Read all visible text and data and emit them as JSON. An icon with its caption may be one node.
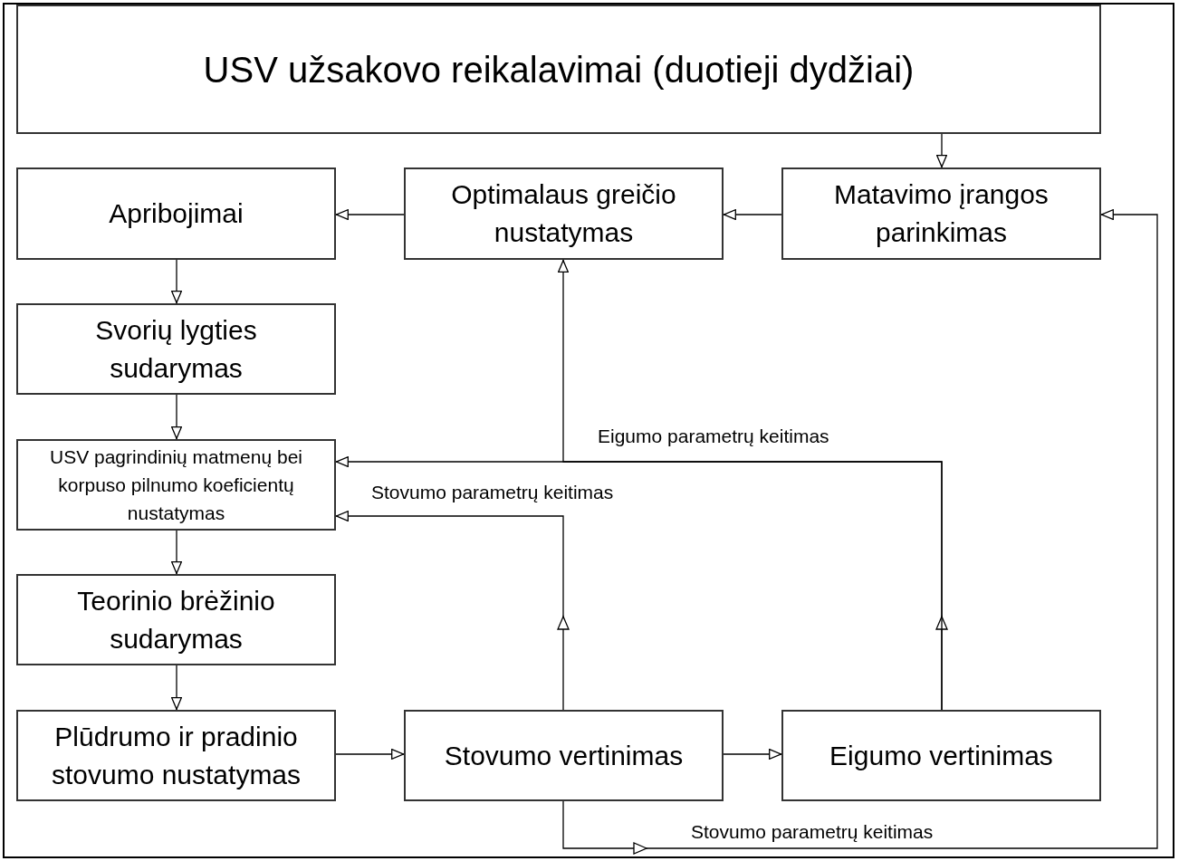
{
  "diagram": {
    "nodes": [
      {
        "text": [
          "USV užsakovo reikalavimai (duotieji dydžiai)"
        ]
      },
      {
        "text": [
          "Apribojimai"
        ]
      },
      {
        "text": [
          "Optimalaus greičio nustatymas"
        ]
      },
      {
        "text": [
          "Matavimo įrangos parinkimas"
        ]
      },
      {
        "text": [
          "Svorių lygties sudarymas"
        ]
      },
      {
        "text": [
          "USV pagrindinių matmenų bei korpuso pilnumo koeficientų nustatymas"
        ]
      },
      {
        "text": [
          "Teorinio brėžinio sudarymas"
        ]
      },
      {
        "text": [
          "Plūdrumo ir pradinio stovumo nustatymas"
        ]
      },
      {
        "text": [
          "Stovumo vertinimas"
        ]
      },
      {
        "text": [
          "Eigumo vertinimas"
        ]
      }
    ],
    "edges": [
      {
        "from": 0,
        "to": 3,
        "arrow": "to"
      },
      {
        "from": 3,
        "to": 2,
        "arrow": "to"
      },
      {
        "from": 2,
        "to": 1,
        "arrow": "to"
      },
      {
        "from": 1,
        "to": 4,
        "arrow": "to"
      },
      {
        "from": 4,
        "to": 5,
        "arrow": "to"
      },
      {
        "from": 5,
        "to": 6,
        "arrow": "to"
      },
      {
        "from": 6,
        "to": 7,
        "arrow": "to"
      },
      {
        "from": 7,
        "to": 8,
        "arrow": "to"
      },
      {
        "from": 8,
        "to": 9,
        "arrow": "to"
      },
      {
        "from": 9,
        "to": 5,
        "arrow": "to",
        "label": "Eigumo parametrų keitimas"
      },
      {
        "from": 9,
        "to": 2,
        "arrow": "to"
      },
      {
        "from": 8,
        "to": 5,
        "arrow": "to",
        "label": "Stovumo parametrų keitimas"
      },
      {
        "from": 8,
        "to": 3,
        "arrow": "to",
        "label": "Stovumo parametrų keitimas"
      }
    ]
  }
}
